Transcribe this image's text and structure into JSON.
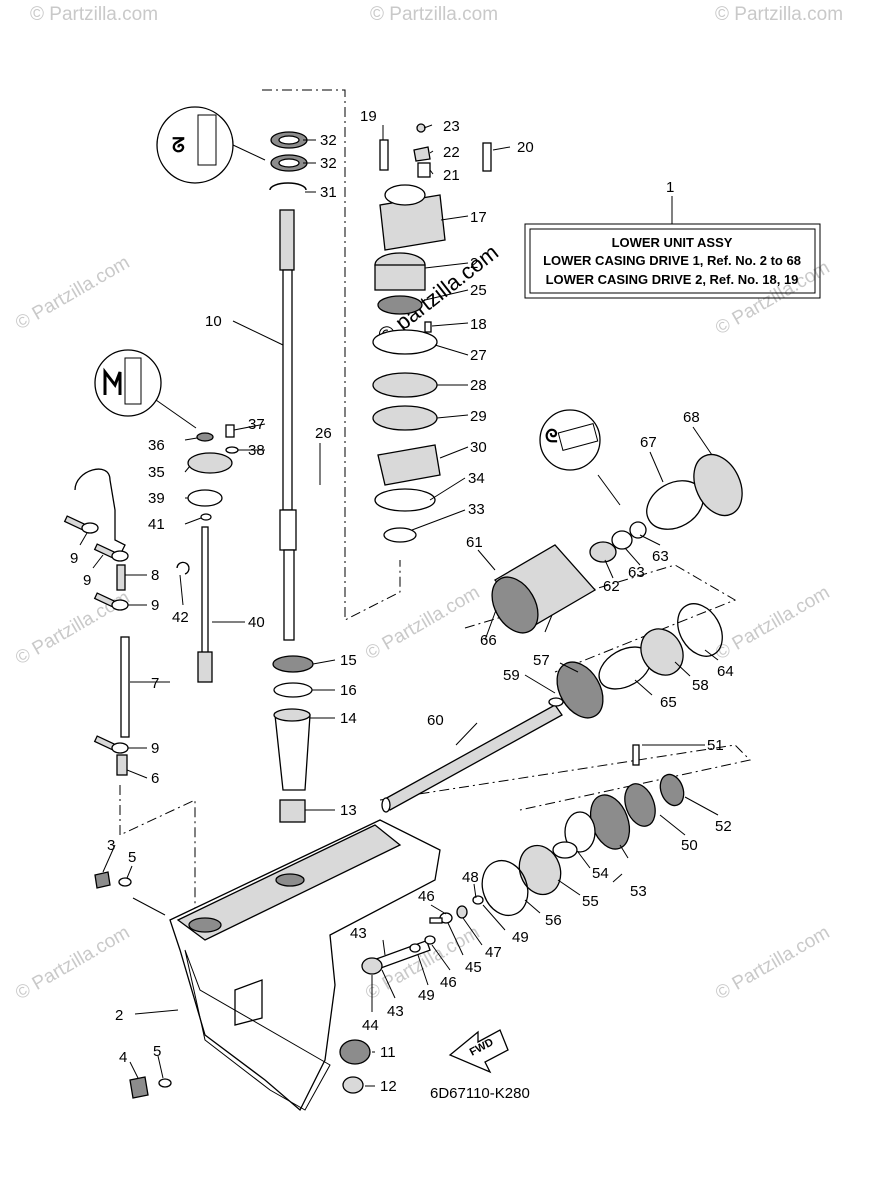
{
  "diagram_code": "6D67110-K280",
  "assembly_box": {
    "ref": "1",
    "title": "LOWER UNIT ASSY",
    "line1": "LOWER CASING DRIVE 1,  Ref. No. 2 to 68",
    "line2": "LOWER CASING DRIVE 2,  Ref. No. 18, 19"
  },
  "fwd_label": "FWD",
  "watermark": "© Partzilla.com",
  "watermark_center": "© partzilla.com",
  "callouts": [
    "1",
    "2",
    "3",
    "4",
    "5",
    "6",
    "7",
    "8",
    "9",
    "10",
    "11",
    "12",
    "13",
    "14",
    "15",
    "16",
    "17",
    "18",
    "19",
    "20",
    "21",
    "22",
    "23",
    "25",
    "26",
    "27",
    "28",
    "29",
    "30",
    "31",
    "32",
    "33",
    "34",
    "35",
    "36",
    "37",
    "38",
    "39",
    "40",
    "41",
    "42",
    "43",
    "44",
    "45",
    "46",
    "47",
    "48",
    "49",
    "50",
    "51",
    "52",
    "53",
    "54",
    "55",
    "56",
    "57",
    "58",
    "59",
    "60",
    "61",
    "62",
    "63",
    "64",
    "65",
    "66",
    "67",
    "68"
  ]
}
